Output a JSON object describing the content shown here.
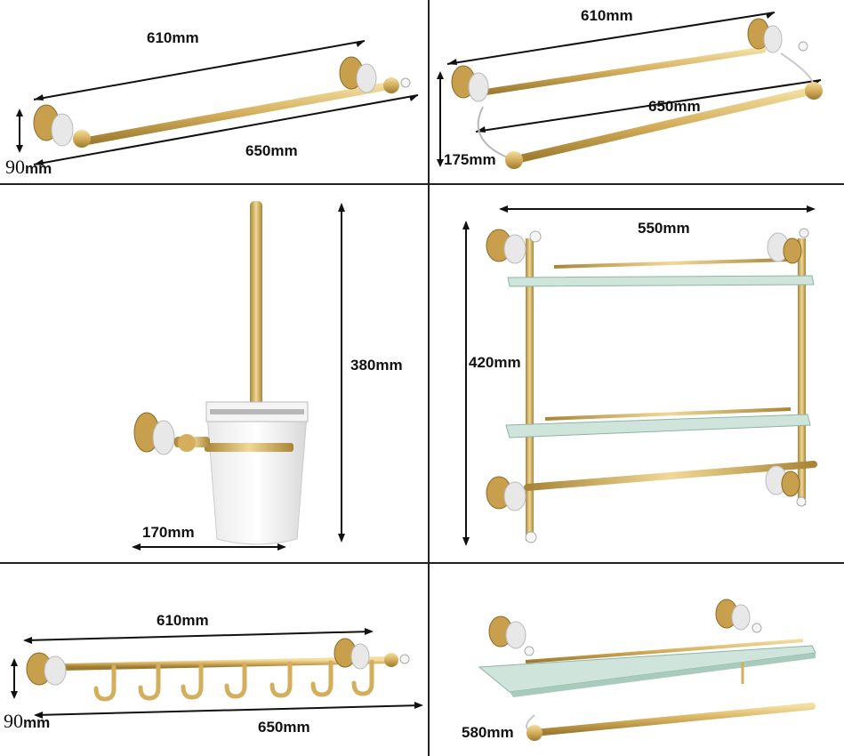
{
  "panels": {
    "towel_bar_single": {
      "width": "610mm",
      "length": "650mm",
      "depth_num": "90",
      "depth_unit": "mm"
    },
    "towel_bar_double": {
      "width": "610mm",
      "length": "650mm",
      "depth": "175mm"
    },
    "toilet_brush": {
      "height": "380mm",
      "width": "170mm"
    },
    "double_shelf": {
      "width": "550mm",
      "height": "420mm"
    },
    "robe_hook_rail": {
      "width": "610mm",
      "length": "650mm",
      "depth_num": "90",
      "depth_unit": "mm"
    },
    "glass_shelf": {
      "width": "580mm"
    }
  },
  "colors": {
    "gold": "#d9b86a",
    "gold_dark": "#a88436",
    "glass": "#cfe5dc",
    "line": "#222222"
  }
}
